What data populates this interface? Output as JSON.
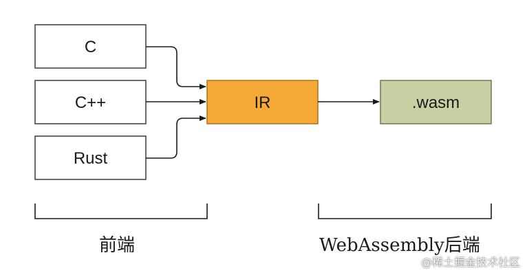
{
  "nodes": {
    "c": {
      "label": "C"
    },
    "cpp": {
      "label": "C++"
    },
    "rust": {
      "label": "Rust"
    },
    "ir": {
      "label": "IR"
    },
    "wasm": {
      "label": ".wasm"
    }
  },
  "groups": {
    "frontend": {
      "label": "前端"
    },
    "backend": {
      "label": "WebAssembly后端"
    }
  },
  "watermark": "@稀土掘金技术社区",
  "colors": {
    "ir_fill": "#f5a936",
    "wasm_fill": "#c9d1a4",
    "source_fill": "#ffffff",
    "stroke": "#3a3a3a"
  }
}
